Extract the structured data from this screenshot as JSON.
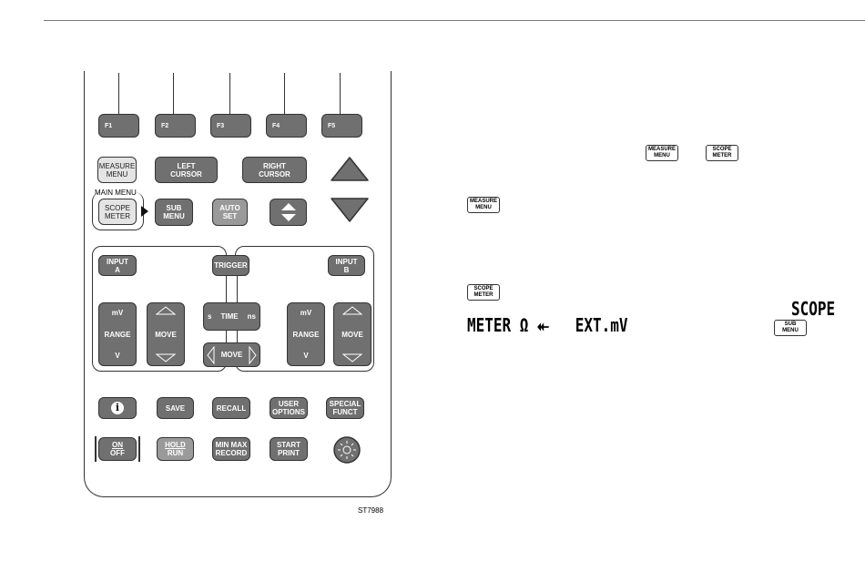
{
  "function_keys": [
    "F1",
    "F2",
    "F3",
    "F4",
    "F5"
  ],
  "keys": {
    "measure_menu": [
      "MEASURE",
      "MENU"
    ],
    "left_cursor": [
      "LEFT",
      "CURSOR"
    ],
    "right_cursor": [
      "RIGHT",
      "CURSOR"
    ],
    "main_menu_label": "MAIN MENU",
    "scope_meter": [
      "SCOPE",
      "METER"
    ],
    "sub_menu": [
      "SUB",
      "MENU"
    ],
    "auto_set": [
      "AUTO",
      "SET"
    ],
    "input_a": [
      "INPUT",
      "A"
    ],
    "trigger": "TRIGGER",
    "input_b": [
      "INPUT",
      "B"
    ],
    "range": {
      "top": "mV",
      "mid": "RANGE",
      "bottom": "V"
    },
    "move": "MOVE",
    "time": {
      "left": "s",
      "mid": "TIME",
      "right": "ns"
    },
    "info": "i",
    "save": "SAVE",
    "recall": "RECALL",
    "user_options": [
      "USER",
      "OPTIONS"
    ],
    "special_funct": [
      "SPECIAL",
      "FUNCT"
    ],
    "on_off": [
      "ON",
      "OFF"
    ],
    "hold_run": [
      "HOLD",
      "RUN"
    ],
    "min_max": [
      "MIN MAX",
      "RECORD"
    ],
    "start_print": [
      "START",
      "PRINT"
    ]
  },
  "figure_id": "ST7988",
  "text": {
    "lcd_scope": "SCOPE",
    "lcd_meter_line": "METER Ω ⯬   EXT.mV"
  }
}
